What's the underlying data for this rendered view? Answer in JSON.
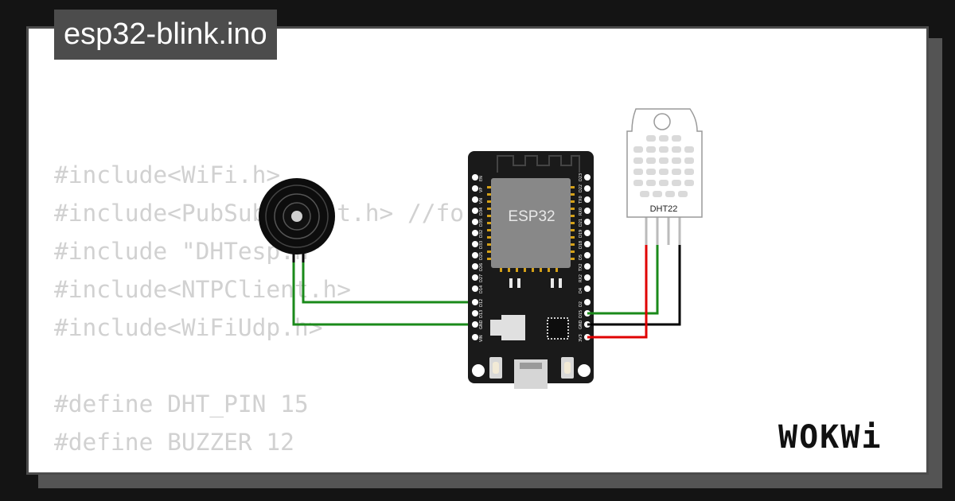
{
  "title": "esp32-blink.ino",
  "code_lines": [
    "#include<WiFi.h>",
    "#include<PubSubClient.h> //for mqtt",
    "#include \"DHTesp.h\"",
    "#include<NTPClient.h>",
    "#include<WiFiUdp.h>",
    "",
    "#define DHT_PIN 15",
    "#define BUZZER 12"
  ],
  "esp32": {
    "chip_label": "ESP32",
    "left_pins": [
      "EN",
      "VP",
      "VN",
      "D34",
      "D35",
      "D32",
      "D33",
      "D25",
      "D26",
      "D27",
      "D14",
      "D12",
      "D13",
      "GND",
      "VIN"
    ],
    "right_pins": [
      "D23",
      "D22",
      "TX0",
      "RX0",
      "D21",
      "D19",
      "D18",
      "D5",
      "TX2",
      "RX2",
      "D4",
      "D2",
      "D15",
      "GND",
      "3V3"
    ]
  },
  "dht": {
    "label": "DHT22"
  },
  "logo": "WOKWi",
  "colors": {
    "background": "#141414",
    "card": "#ffffff",
    "title_bg": "#4c4c4c",
    "code_text": "#d1d1d1",
    "board": "#1a1a1a",
    "wire_green": "#1a8a1a",
    "wire_red": "#e00000",
    "wire_black": "#000000"
  }
}
